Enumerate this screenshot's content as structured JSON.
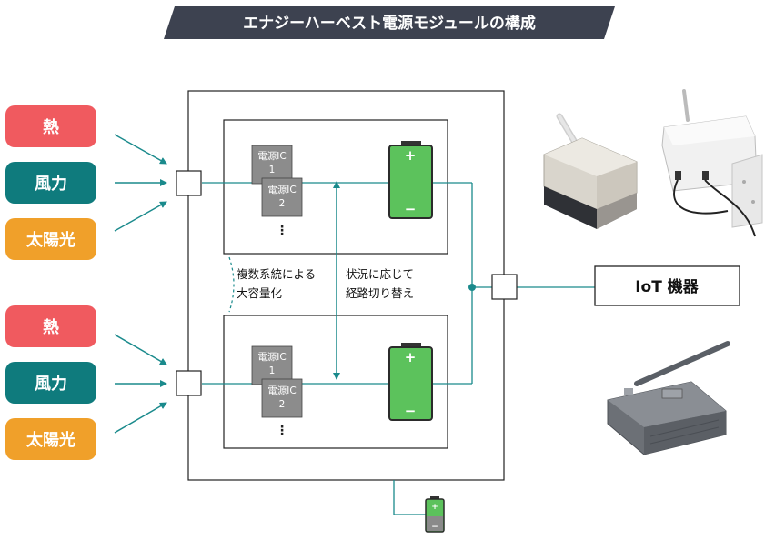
{
  "title": "エナジーハーベスト電源モジュールの構成",
  "colors": {
    "heat": "#f05a5f",
    "wind": "#0f7b7d",
    "solar": "#f0a02a",
    "line": "#1a8a8c",
    "battery": "#5cc25c",
    "title_bg": "#3d4250"
  },
  "sources_top": [
    "熱",
    "風力",
    "太陽光"
  ],
  "sources_bottom": [
    "熱",
    "風力",
    "太陽光"
  ],
  "module_top": {
    "ic1": {
      "label": "電源IC",
      "num": "1"
    },
    "ic2": {
      "label": "電源IC",
      "num": "2"
    },
    "dots": "⋮"
  },
  "module_bottom": {
    "ic1": {
      "label": "電源IC",
      "num": "1"
    },
    "ic2": {
      "label": "電源IC",
      "num": "2"
    },
    "dots": "⋮"
  },
  "battery_plus": "+",
  "battery_minus": "−",
  "notes": {
    "capacity_line1": "複数系統による",
    "capacity_line2": "大容量化",
    "switch_line1": "状況に応じて",
    "switch_line2": "経路切り替え"
  },
  "iot": {
    "label": "IoT 機器"
  }
}
